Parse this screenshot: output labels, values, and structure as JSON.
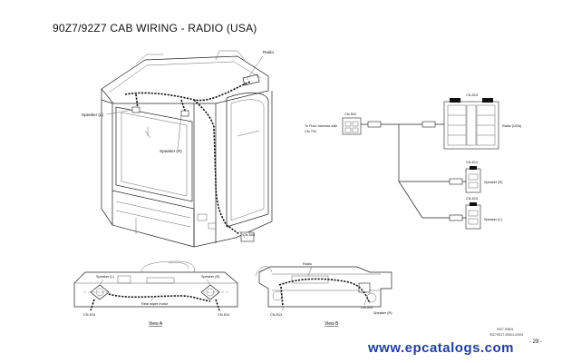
{
  "title": "90Z7/92Z7 CAB WIRING - RADIO (USA)",
  "labels": {
    "radio_top": "Radio",
    "speaker_l": "Speaker (L)",
    "speaker_r": "Speaker (R)",
    "cn_top_conn": "CN-503",
    "cn_small": "CN-502",
    "to_floor": "To Floor harness side",
    "cn_floor": "CN-702",
    "radio_box_cn": "CN-513",
    "radio_usa": "Radio (USA)",
    "cn514": "CN-514",
    "speaker_r2": "Speaker (R)",
    "cn515": "CN-515",
    "speaker_l2": "Speaker (L)",
    "va_speaker_l": "Speaker (L)",
    "va_speaker_r": "Speaker (R)",
    "va_rear": "Rear wiper motor",
    "va_cn515": "CN-515",
    "va_cn514": "CN-514",
    "view_a": "View A",
    "vb_radio": "Radio",
    "vb_cn513": "CN-513",
    "vb_cn514": "CN-514",
    "vb_speaker_r": "Speaker (R)",
    "view_b": "View B",
    "code1": "90Z7-90604",
    "code2": "90Z7/92Z7-90604-00001"
  },
  "watermark": "www.epcatalogs.com",
  "page_number": "- 29 -"
}
